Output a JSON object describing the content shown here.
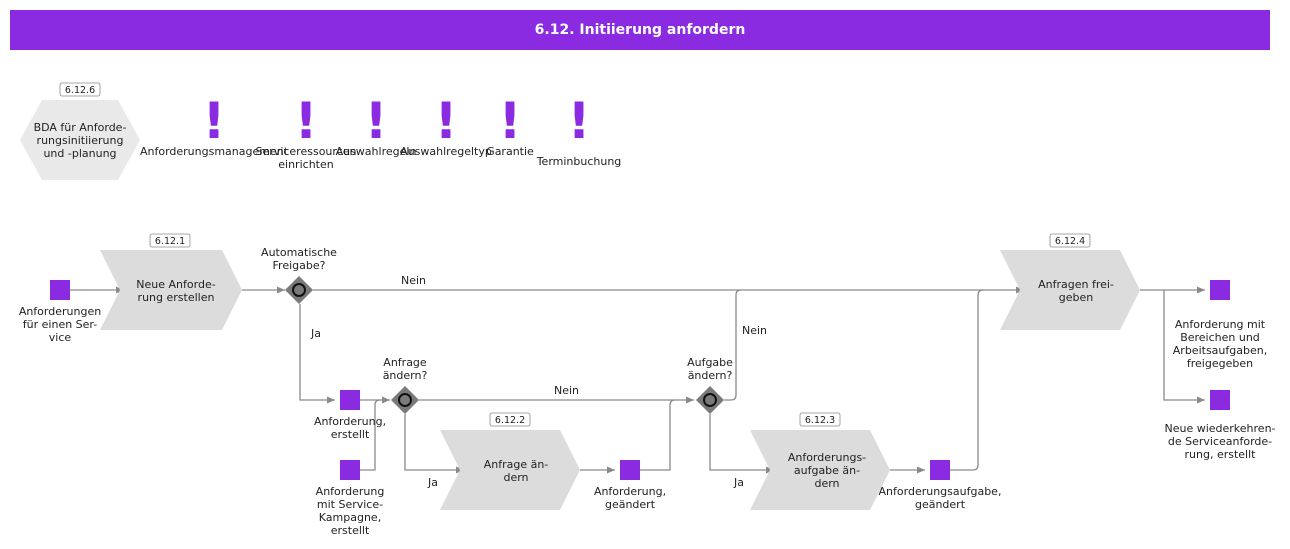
{
  "title": "6.12. Initiierung anfordern",
  "colors": {
    "accent": "#8a2be2",
    "shape": "#dcdcdc",
    "gateway": "#7a7a7a",
    "line": "#8a8a8a"
  },
  "hexagon": {
    "id": "6.12.6",
    "lines": [
      "BDA für Anforde-",
      "rungsinitiierung",
      "und -planung"
    ]
  },
  "alerts": [
    {
      "icon": "exclamation-icon",
      "lines": [
        "Anforderungsmanagement"
      ]
    },
    {
      "icon": "exclamation-icon",
      "lines": [
        "Serviceressourcen",
        "einrichten"
      ]
    },
    {
      "icon": "exclamation-icon",
      "lines": [
        "Auswahlregeln"
      ]
    },
    {
      "icon": "exclamation-icon",
      "lines": [
        "Auswahlregeltyp"
      ]
    },
    {
      "icon": "exclamation-icon",
      "lines": [
        "Garantie"
      ]
    },
    {
      "icon": "exclamation-icon",
      "lines": [
        "Terminbuchung"
      ]
    }
  ],
  "functions": [
    {
      "id": "6.12.1",
      "lines": [
        "Neue Anforde-",
        "rung erstellen"
      ]
    },
    {
      "id": "6.12.2",
      "lines": [
        "Anfrage än-",
        "dern"
      ]
    },
    {
      "id": "6.12.3",
      "lines": [
        "Anforderungs-",
        "aufgabe än-",
        "dern"
      ]
    },
    {
      "id": "6.12.4",
      "lines": [
        "Anfragen frei-",
        "geben"
      ]
    }
  ],
  "gateways": [
    {
      "lines": [
        "Automatische",
        "Freigabe?"
      ]
    },
    {
      "lines": [
        "Anfrage",
        "ändern?"
      ]
    },
    {
      "lines": [
        "Aufgabe",
        "ändern?"
      ]
    }
  ],
  "events": [
    {
      "lines": [
        "Anforderungen",
        "für einen Ser-",
        "vice"
      ]
    },
    {
      "lines": [
        "Anforderung,",
        "erstellt"
      ]
    },
    {
      "lines": [
        "Anforderung",
        "mit Service-",
        "Kampagne,",
        "erstellt"
      ]
    },
    {
      "lines": [
        "Anforderung,",
        "geändert"
      ]
    },
    {
      "lines": [
        "Anforderungsaufgabe,",
        "geändert"
      ]
    },
    {
      "lines": [
        "Anforderung mit",
        "Bereichen und",
        "Arbeitsaufgaben,",
        "freigegeben"
      ]
    },
    {
      "lines": [
        "Neue wiederkehren-",
        "de Serviceanforde-",
        "rung, erstellt"
      ]
    }
  ],
  "edge_labels": {
    "nein": "Nein",
    "ja": "Ja"
  }
}
